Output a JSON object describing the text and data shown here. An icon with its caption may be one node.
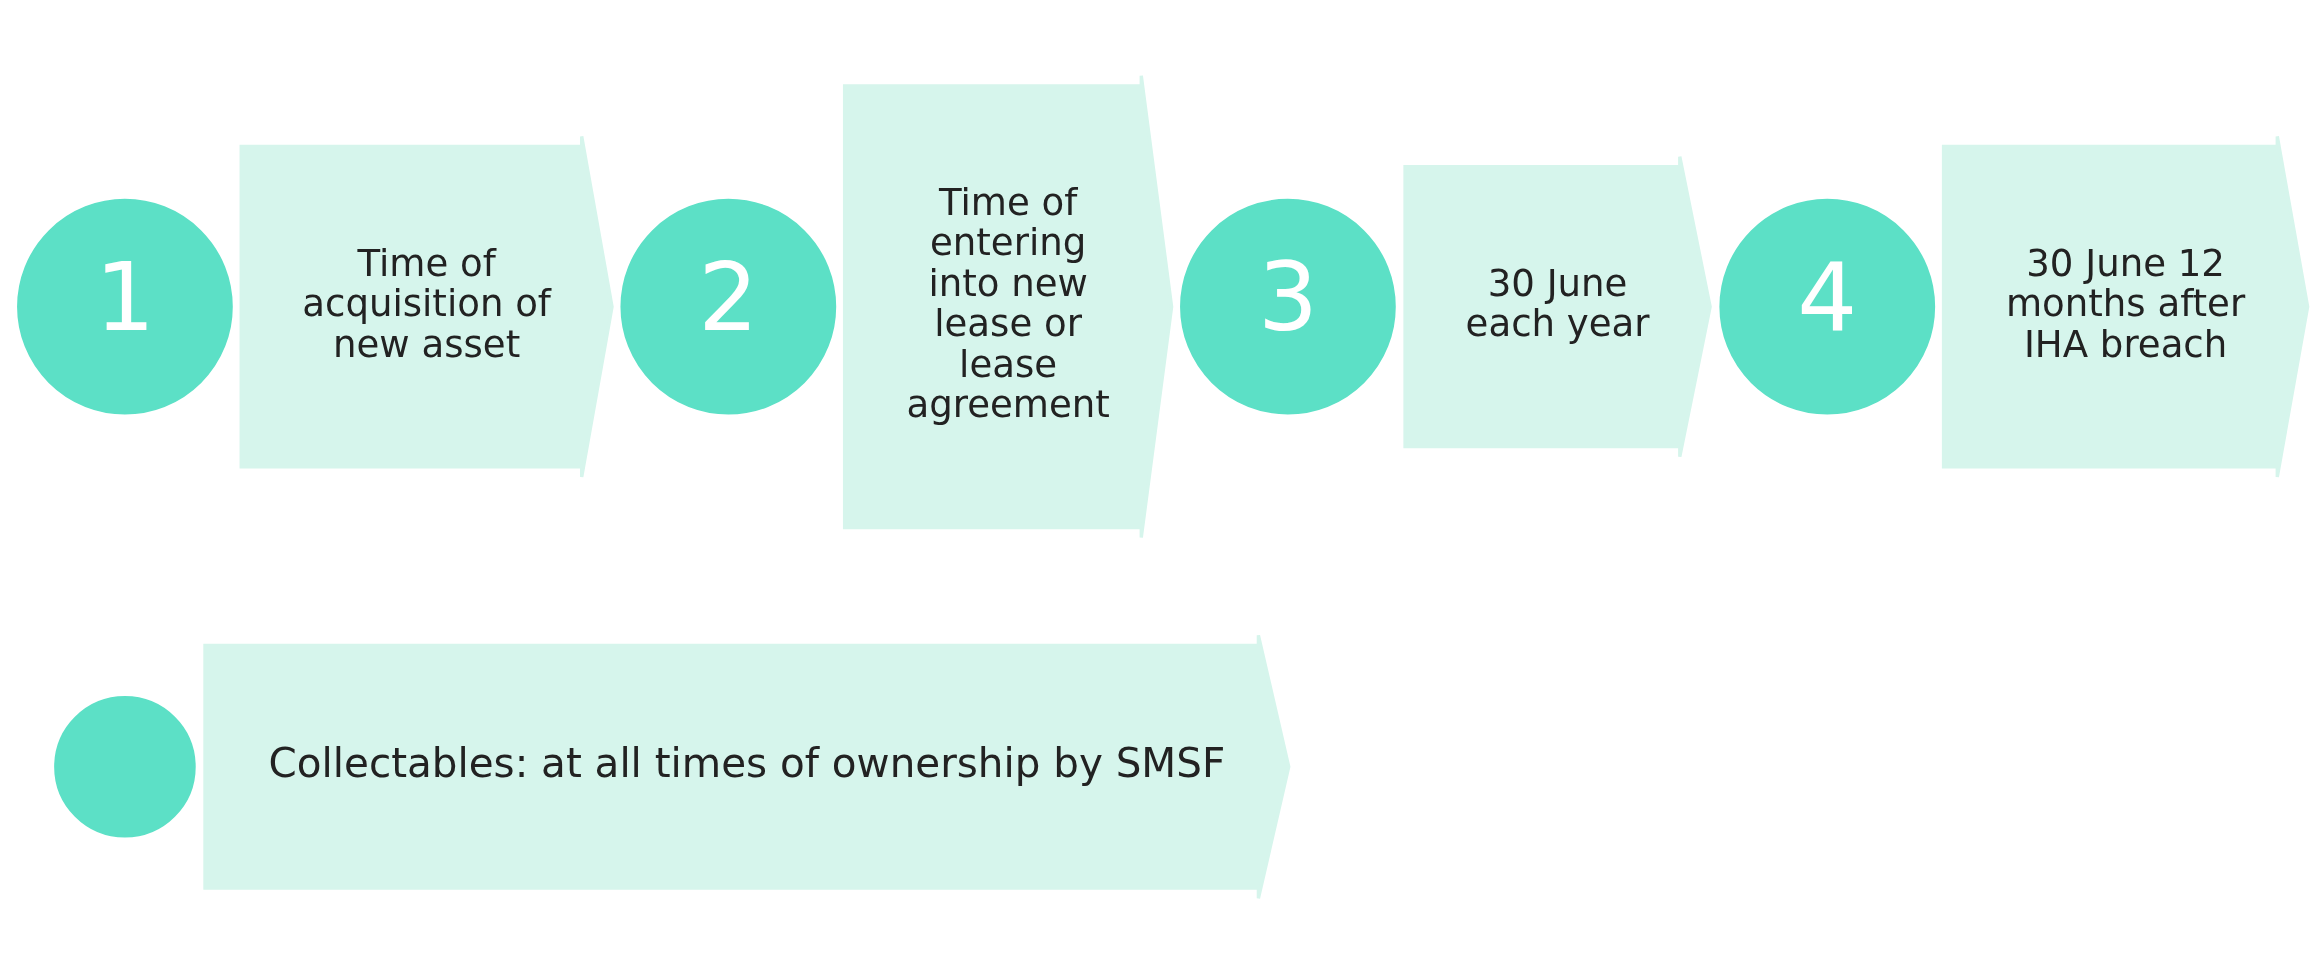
{
  "diagram": {
    "nodes": [
      {
        "text": [
          "1"
        ]
      },
      {
        "text": [
          "Time of acquisition of new asset"
        ]
      },
      {
        "text": [
          "2"
        ]
      },
      {
        "text": [
          "Time of entering into new lease or lease agreement"
        ]
      },
      {
        "text": [
          "3"
        ]
      },
      {
        "text": [
          "30 June each year"
        ]
      },
      {
        "text": [
          "4"
        ]
      },
      {
        "text": [
          "30 June 12 months after IHA breach"
        ]
      },
      {
        "text": [],
        "shape": "circle"
      },
      {
        "text": [
          "Collectables: at all times of ownership by SMSF"
        ]
      }
    ],
    "edges": []
  }
}
